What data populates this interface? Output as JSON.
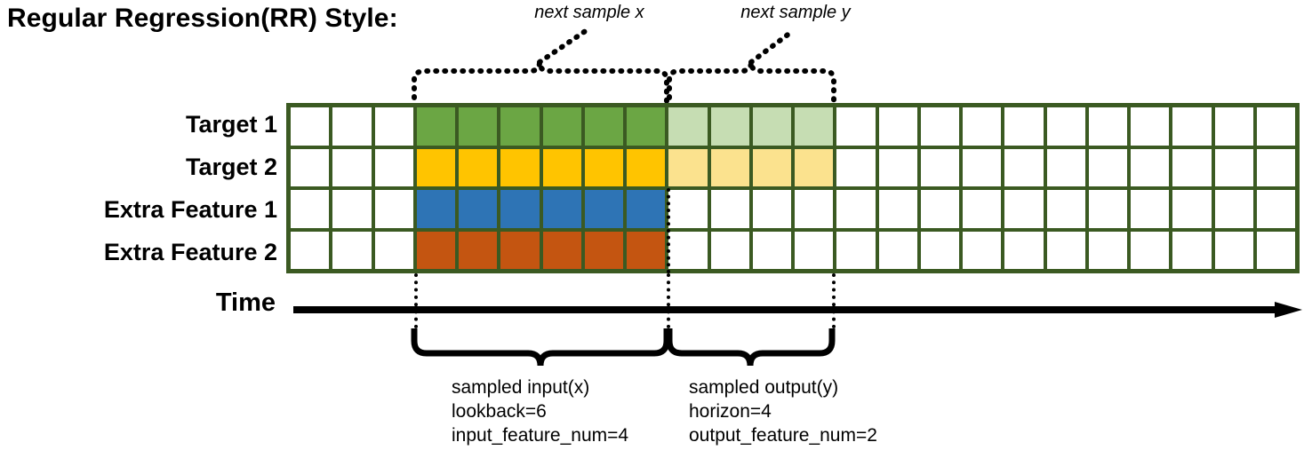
{
  "title": "Regular Regression(RR) Style:",
  "annotations": {
    "next_sample_x": "next sample x",
    "next_sample_y": "next sample y"
  },
  "rows": [
    {
      "label": "Target 1",
      "name": "target-1"
    },
    {
      "label": "Target 2",
      "name": "target-2"
    },
    {
      "label": "Extra Feature 1",
      "name": "extra-feature-1"
    },
    {
      "label": "Extra Feature 2",
      "name": "extra-feature-2"
    }
  ],
  "axis": {
    "label": "Time"
  },
  "grid": {
    "columns": 24,
    "rows": 4,
    "lead_blank_columns": 3,
    "input_columns": 6,
    "output_columns": 4,
    "trailing_blank_columns": 11,
    "cells": [
      [
        "white",
        "white",
        "white",
        "green",
        "green",
        "green",
        "green",
        "green",
        "green",
        "green-light",
        "green-light",
        "green-light",
        "green-light",
        "white",
        "white",
        "white",
        "white",
        "white",
        "white",
        "white",
        "white",
        "white",
        "white",
        "white"
      ],
      [
        "white",
        "white",
        "white",
        "yellow",
        "yellow",
        "yellow",
        "yellow",
        "yellow",
        "yellow",
        "yellow-light",
        "yellow-light",
        "yellow-light",
        "yellow-light",
        "white",
        "white",
        "white",
        "white",
        "white",
        "white",
        "white",
        "white",
        "white",
        "white",
        "white"
      ],
      [
        "white",
        "white",
        "white",
        "blue",
        "blue",
        "blue",
        "blue",
        "blue",
        "blue",
        "white",
        "white",
        "white",
        "white",
        "white",
        "white",
        "white",
        "white",
        "white",
        "white",
        "white",
        "white",
        "white",
        "white",
        "white"
      ],
      [
        "white",
        "white",
        "white",
        "orange",
        "orange",
        "orange",
        "orange",
        "orange",
        "orange",
        "white",
        "white",
        "white",
        "white",
        "white",
        "white",
        "white",
        "white",
        "white",
        "white",
        "white",
        "white",
        "white",
        "white",
        "white"
      ]
    ]
  },
  "captions": {
    "input": {
      "line1": "sampled input(x)",
      "line2": "lookback=6",
      "line3": "input_feature_num=4"
    },
    "output": {
      "line1": "sampled output(y)",
      "line2": "horizon=4",
      "line3": "output_feature_num=2"
    }
  },
  "colors": {
    "grid_border": "#3b5a22",
    "green": "#6BA644",
    "green_light": "#C6DDB3",
    "yellow": "#FFC400",
    "yellow_light": "#FBE28E",
    "blue": "#2E74B5",
    "orange": "#C45511",
    "ink": "#000000",
    "background": "#FFFFFF"
  }
}
